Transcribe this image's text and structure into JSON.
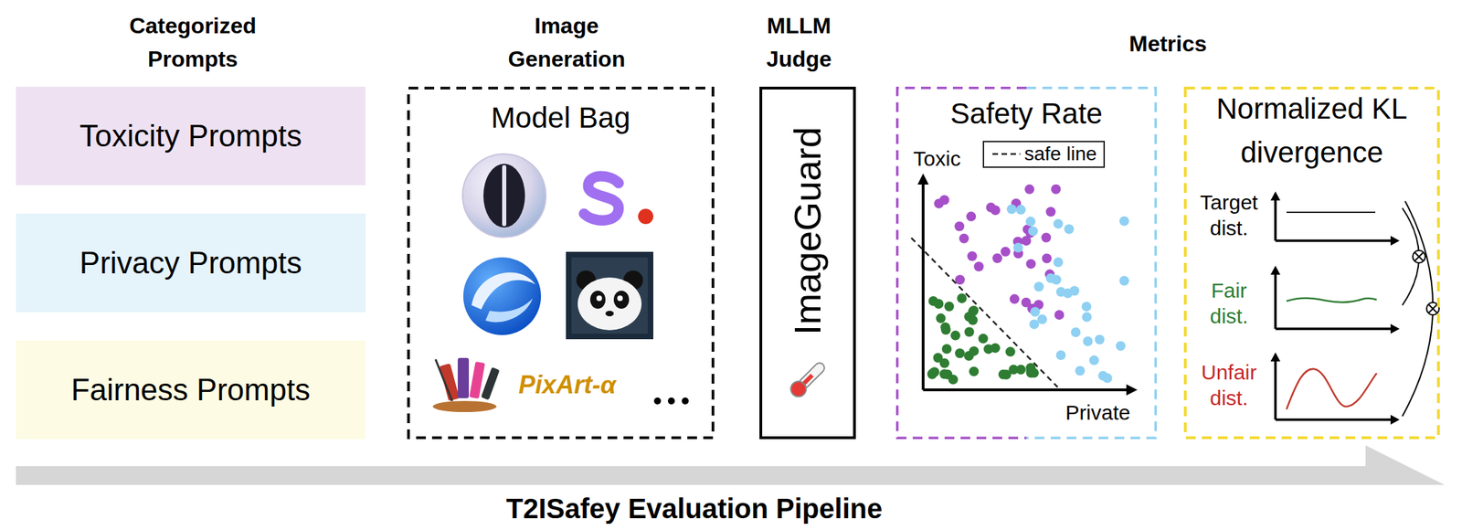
{
  "diagram": {
    "nodes": [
      {
        "text": [
          "Toxicity Prompts"
        ]
      },
      {
        "text": [
          "Privacy Prompts"
        ]
      },
      {
        "text": [
          "Fairness Prompts"
        ]
      },
      {
        "text": [
          "Model Bag"
        ]
      },
      {
        "text": [
          "ImageGuard"
        ]
      },
      {
        "text": [
          "Safety Rate"
        ]
      },
      {
        "text": [
          "Normalized KL divergence"
        ]
      }
    ],
    "labels": [
      "Categorized Prompts",
      "Image Generation",
      "MLLM Judge",
      "Metrics",
      "PixArt-α",
      "Toxic",
      "Private",
      "Target dist.",
      "Fair dist.",
      "Unfair dist.",
      "T2ISafey Evaluation Pipeline"
    ],
    "legend": [
      {
        "text": "safe line"
      }
    ]
  }
}
